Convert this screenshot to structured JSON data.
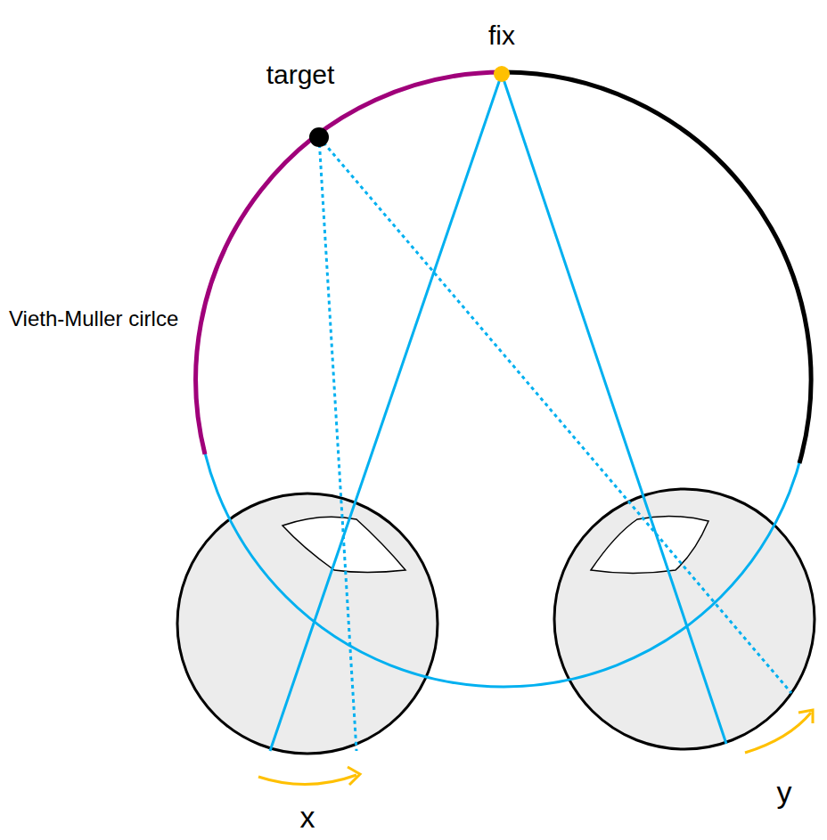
{
  "diagram": {
    "labels": [
      "fix",
      "target",
      "Vieth-Muller cirlce",
      "x",
      "y"
    ]
  }
}
